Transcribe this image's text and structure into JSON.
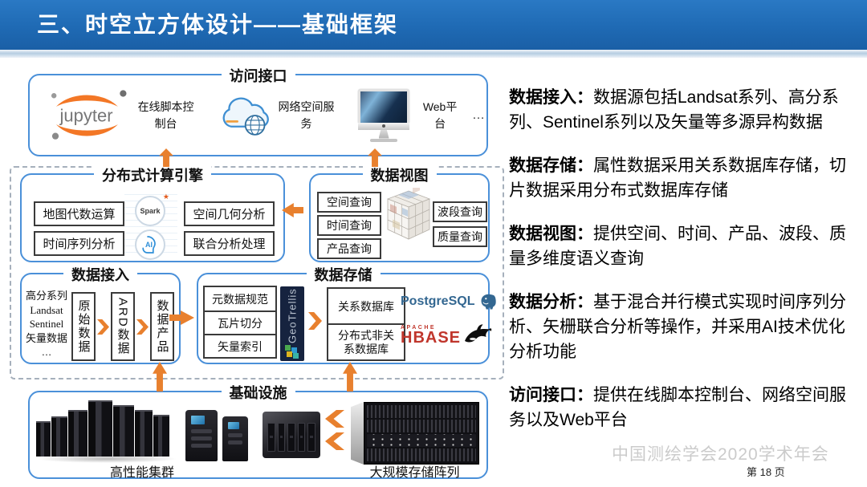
{
  "header": {
    "title": "三、时空立方体设计——基础框架"
  },
  "diagram": {
    "access": {
      "title": "访问接口",
      "jupyter_text": "jupyter",
      "console_label": "在线脚本控制台",
      "network_label": "网络空间服务",
      "web_label": "Web平台",
      "more": "…"
    },
    "compute": {
      "title": "分布式计算引擎",
      "items": [
        "地图代数运算",
        "空间几何分析",
        "时间序列分析",
        "联合分析处理"
      ],
      "spark_label": "Spark",
      "ai_label": "AI"
    },
    "dataview": {
      "title": "数据视图",
      "left_items": [
        "空间查询",
        "时间查询",
        "产品查询"
      ],
      "right_items": [
        "波段查询",
        "质量查询"
      ]
    },
    "ingest": {
      "title": "数据接入",
      "sources": [
        "高分系列",
        "Landsat",
        "Sentinel",
        "矢量数据",
        "…"
      ],
      "stages": [
        "原始数据",
        "ARD数据",
        "数据产品"
      ]
    },
    "storage": {
      "title": "数据存储",
      "pipeline": [
        "元数据规范",
        "瓦片切分",
        "矢量索引"
      ],
      "geotrellis_label": "GeoTrellis",
      "databases": [
        "关系数据库",
        "分布式非关系数据库"
      ],
      "postgresql_label": "PostgreSQL",
      "apache_label": "APACHE",
      "hbase_label": "HBASE"
    },
    "infra": {
      "title": "基础设施",
      "cluster_label": "高性能集群",
      "array_label": "大规模存储阵列"
    }
  },
  "panel": {
    "paragraphs": [
      {
        "label": "数据接入：",
        "text": "数据源包括Landsat系列、高分系列、Sentinel系列以及矢量等多源异构数据"
      },
      {
        "label": "数据存储：",
        "text": "属性数据采用关系数据库存储，切片数据采用分布式数据库存储"
      },
      {
        "label": "数据视图：",
        "text": "提供空间、时间、产品、波段、质量多维度语义查询"
      },
      {
        "label": "数据分析：",
        "text": "基于混合并行模式实现时间序列分析、矢栅联合分析等操作，并采用AI技术优化分析功能"
      },
      {
        "label": "访问接口：",
        "text": "提供在线脚本控制台、网络空间服务以及Web平台"
      }
    ]
  },
  "footer": {
    "watermark": "中国测绘学会2020学术年会",
    "page": "第 18 页"
  },
  "colors": {
    "header_blue": "#1f6ab4",
    "accent_orange": "#e8802e",
    "box_border_blue": "#4a90d9",
    "postgres_blue": "#336791",
    "hbase_red": "#c0362c",
    "geotrellis_navy": "#16233f",
    "jupyter_orange": "#f37726"
  }
}
